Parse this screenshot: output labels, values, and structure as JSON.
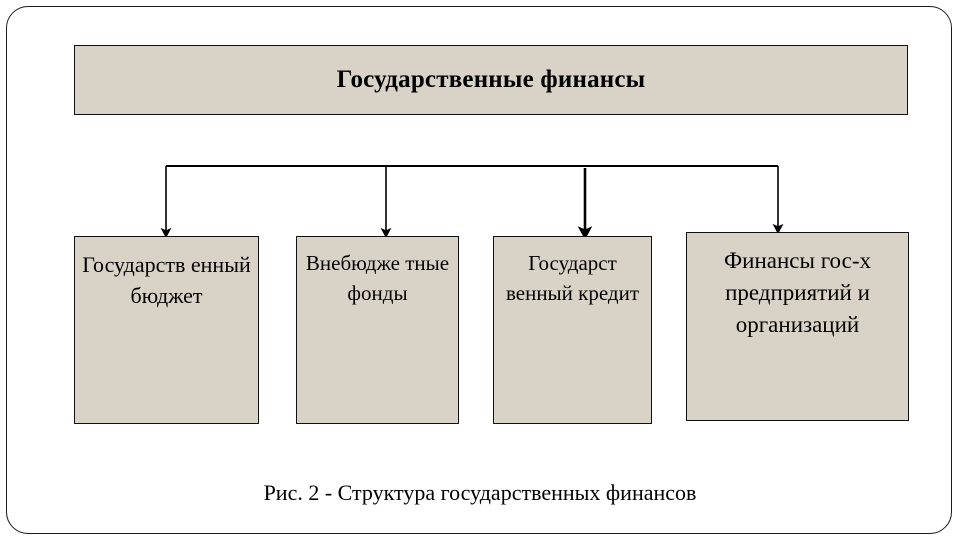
{
  "figure": {
    "root": {
      "label": "Государственные финансы"
    },
    "children": [
      {
        "label": "Государств енный бюджет"
      },
      {
        "label": "Внебюдже тные фонды"
      },
      {
        "label": "Государст венный кредит"
      },
      {
        "label": "Финансы гос-х предприятий и организаций"
      }
    ],
    "caption": "Рис. 2 - Структура государственных финансов",
    "colors": {
      "box_fill": "#D9D3C7",
      "box_border": "#111111",
      "connector": "#000000",
      "text": "#000000",
      "background": "#FFFFFF",
      "frame_border": "#1A1A1A"
    }
  }
}
